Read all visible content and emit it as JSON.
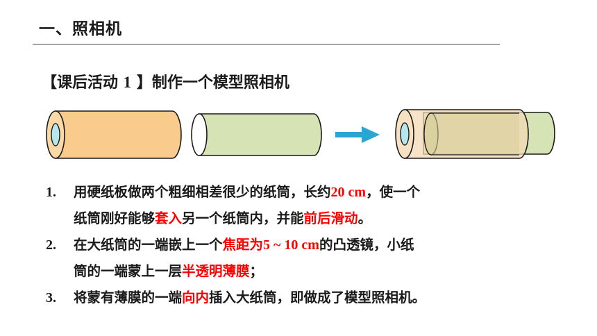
{
  "heading": {
    "title": "一、照相机",
    "subtitle_pre": "【课后活动 ",
    "subtitle_num": "1",
    "subtitle_post": " 】制作一个模型照相机"
  },
  "steps": [
    {
      "num": "1.",
      "t1": "用硬纸板做两个粗细相差很少的纸筒，长约",
      "h1": "20 cm",
      "t2": "，使一个",
      "t3": "纸筒刚好能够",
      "h2": "套入",
      "t4": "另一个纸筒内，并能",
      "h3": "前后滑动",
      "t5": "。"
    },
    {
      "num": "2.",
      "t1": "在大纸筒的一端嵌上一个",
      "h1": "焦距为",
      "h1b": "5 ~ 10 cm",
      "t2": "的凸透镜，小纸",
      "t3": "筒的一端蒙上一层",
      "h2": "半透明薄膜",
      "t4": "；"
    },
    {
      "num": "3.",
      "t1": "将蒙有薄膜的一端",
      "h1": "向内",
      "t2": "插入大纸筒，即做成了模型照相机。"
    }
  ],
  "colors": {
    "highlight": "#ff0000",
    "large_tube": "#f9cc8e",
    "small_tube": "#d5e3b5",
    "lens": "#b6e6ee",
    "arrow": "#2aa6d0",
    "rule": "#a6a6a6"
  }
}
